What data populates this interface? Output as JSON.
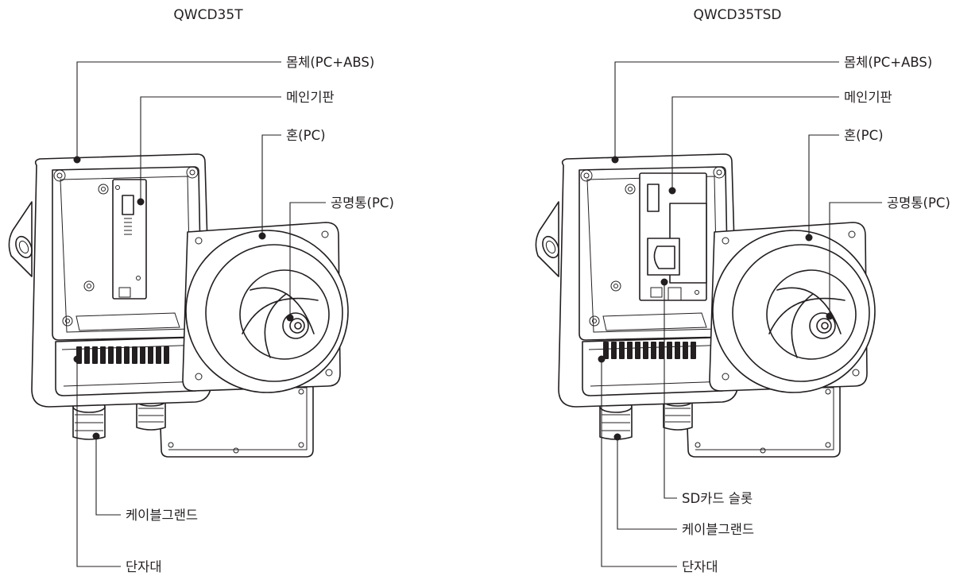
{
  "diagram": {
    "left": {
      "title": "QWCD35T",
      "labels": {
        "body": "몸체(PC+ABS)",
        "main_board": "메인기판",
        "horn": "혼(PC)",
        "resonator": "공명통(PC)",
        "cable_gland": "케이블그랜드",
        "terminal_block": "단자대"
      }
    },
    "right": {
      "title": "QWCD35TSD",
      "labels": {
        "body": "몸체(PC+ABS)",
        "main_board": "메인기판",
        "horn": "혼(PC)",
        "resonator": "공명통(PC)",
        "sd_slot": "SD카드 슬롯",
        "cable_gland": "케이블그랜드",
        "terminal_block": "단자대"
      }
    }
  }
}
